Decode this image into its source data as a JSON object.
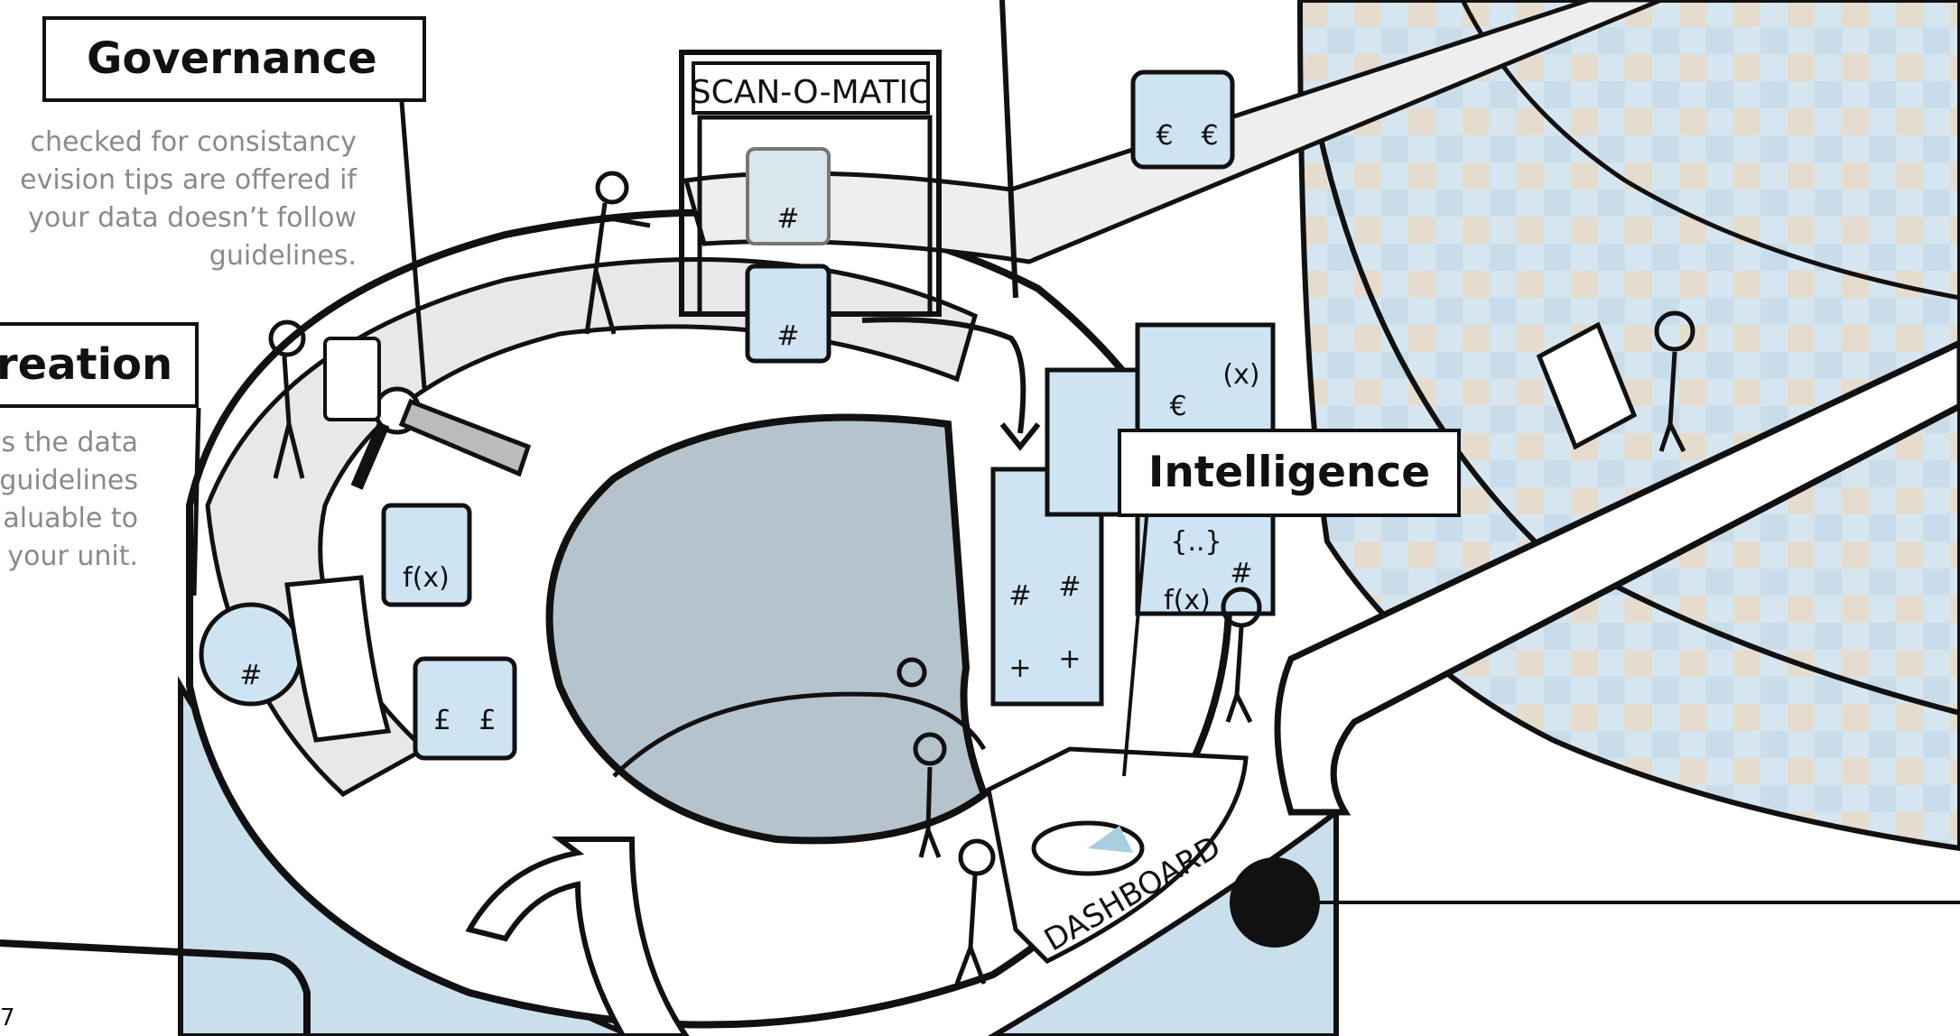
{
  "labels": {
    "governance": {
      "title": "Governance",
      "lines": [
        "checked for consistancy",
        "evision tips are offered if",
        "your data doesn’t follow",
        "guidelines."
      ]
    },
    "creation": {
      "title": "reation",
      "lines": [
        "s the data",
        "guidelines",
        "aluable to",
        "your unit."
      ]
    },
    "intelligence": {
      "title": "Intelligence"
    }
  },
  "scene": {
    "scanner_sign": "SCAN-O-MATIC",
    "dashboard_sign": "DASHBOARD",
    "page_number": "7"
  },
  "cube_symbols": {
    "hash": "#",
    "function": "f(x)",
    "euro": "€",
    "pound": "£",
    "plus": "+",
    "variable": "(x)",
    "braces": "{..}"
  },
  "colors": {
    "ink": "#111111",
    "cube_fill": "#cfe4f2",
    "wall_blue": "#c9dfec",
    "floor_grey": "#e6e8e9",
    "pit_grey": "#b5c4cc",
    "wall_beige": "#ead9c4",
    "caption_grey": "#8a8a8a"
  }
}
